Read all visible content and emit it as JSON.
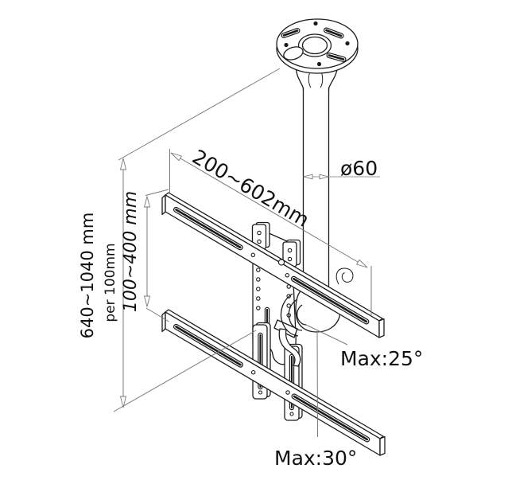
{
  "drawing": {
    "labels": {
      "rail_width": "200~602mm",
      "pole_diameter": "ø60",
      "drop_height": "640~1040 mm",
      "drop_step": "per 100mm",
      "vesa_height": "100~400 mm",
      "tilt_max": "Max:25°",
      "swivel_max": "Max:30°"
    },
    "colors": {
      "line": "#1b1b1b",
      "dimension": "#7a7a7a",
      "background": "#ffffff"
    }
  }
}
